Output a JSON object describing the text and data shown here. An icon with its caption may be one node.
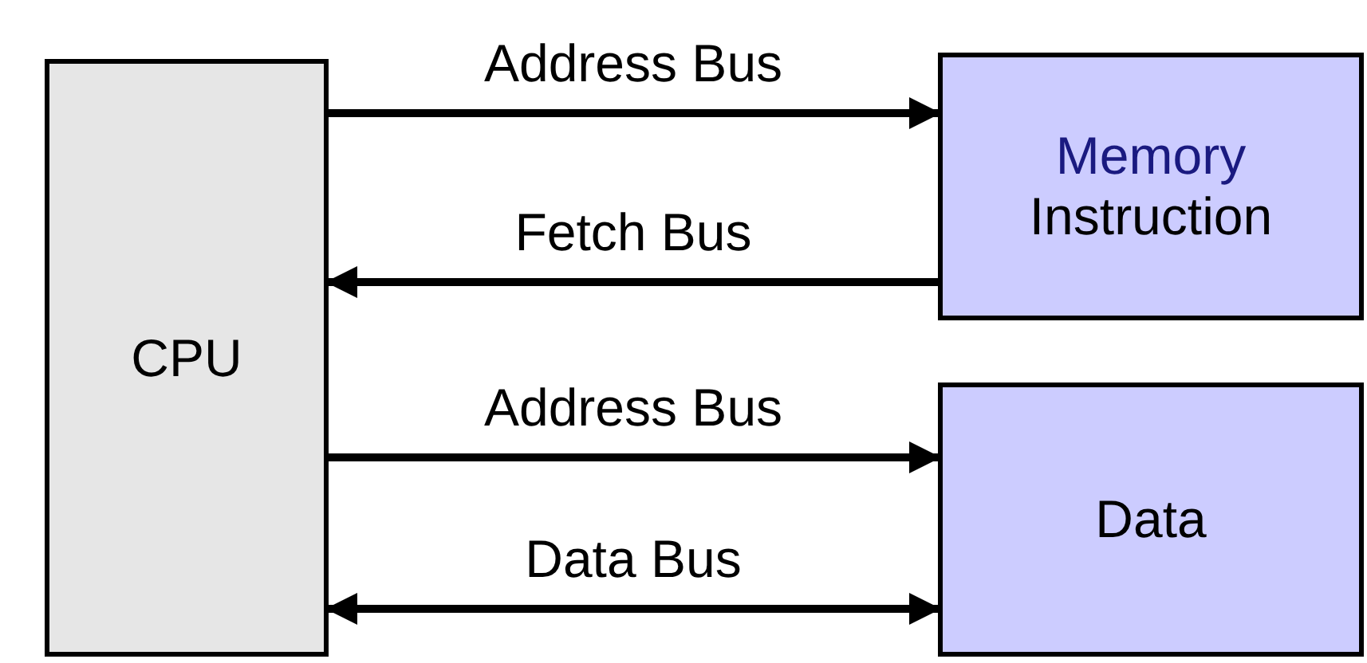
{
  "diagram": {
    "nodes": [
      {
        "text": [
          "CPU"
        ]
      },
      {
        "text": [
          "Memory",
          "Instruction"
        ]
      },
      {
        "text": [
          "Data"
        ]
      }
    ],
    "edges": [
      {
        "from": 0,
        "to": 1,
        "arrow": "to",
        "label": "Address Bus"
      },
      {
        "from": 1,
        "to": 0,
        "arrow": "to",
        "label": "Fetch Bus"
      },
      {
        "from": 0,
        "to": 2,
        "arrow": "to",
        "label": "Address Bus"
      },
      {
        "from": 0,
        "to": 2,
        "arrow": "both",
        "label": "Data Bus"
      }
    ]
  }
}
